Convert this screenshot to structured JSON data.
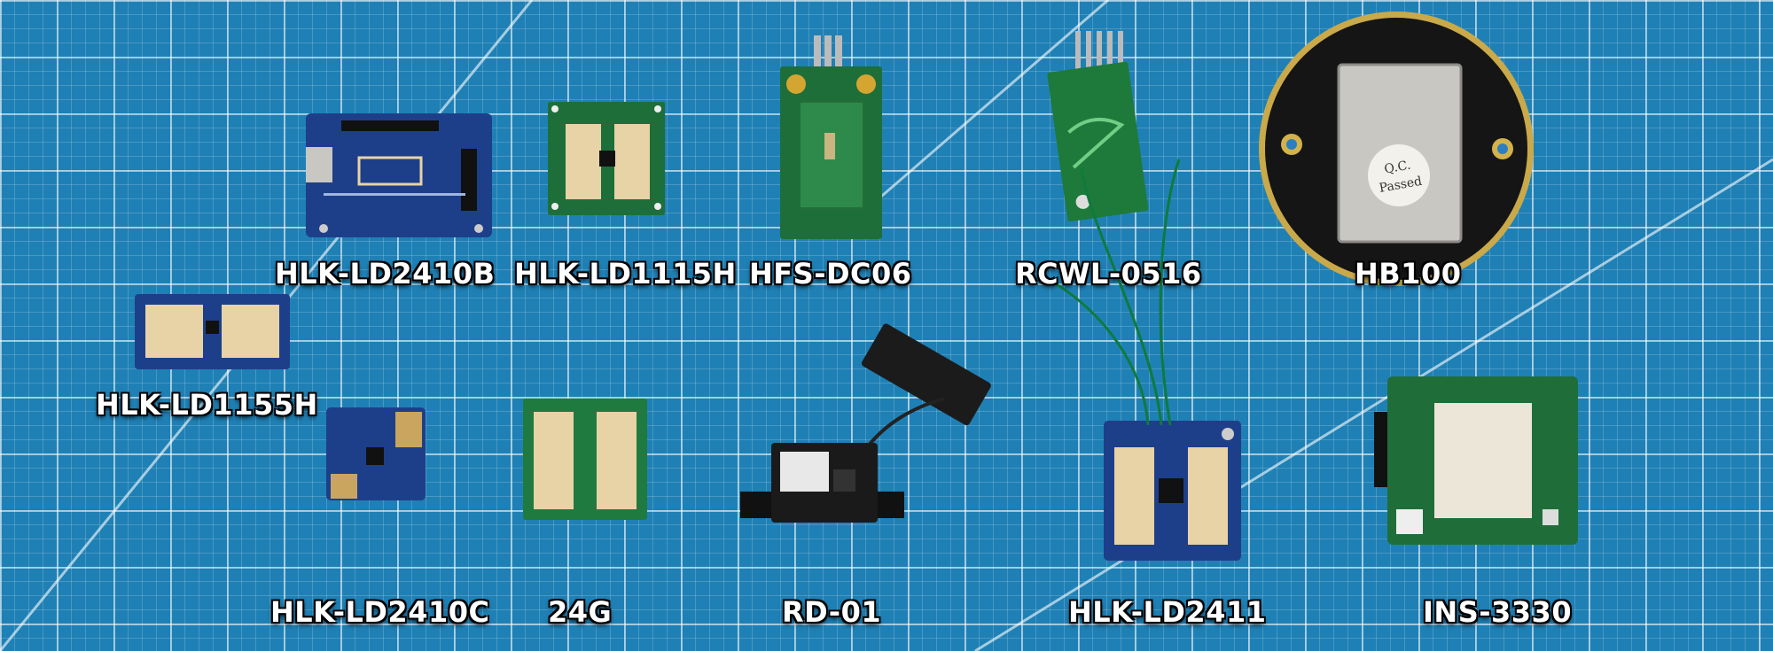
{
  "background": {
    "mat_color": "#1f80b5",
    "grid_color": "#ffffff"
  },
  "labels": {
    "ld2410b": "HLK-LD2410B",
    "ld1115h": "HLK-LD1115H",
    "hfs_dc06": "HFS-DC06",
    "rcwl_0516": "RCWL-0516",
    "hb100": "HB100",
    "ld1155h": "HLK-LD1155H",
    "ld2410c": "HLK-LD2410C",
    "g24": "24G",
    "rd01": "RD-01",
    "ld2411": "HLK-LD2411",
    "ins3330": "INS-3330"
  },
  "hb100_sticker": "Q.C. Passed",
  "colors": {
    "blue_pcb": "#1d3f8a",
    "green_pcb": "#1e6e3a",
    "gold_pad": "#e7d3a6",
    "shield": "#c9c7c2"
  }
}
